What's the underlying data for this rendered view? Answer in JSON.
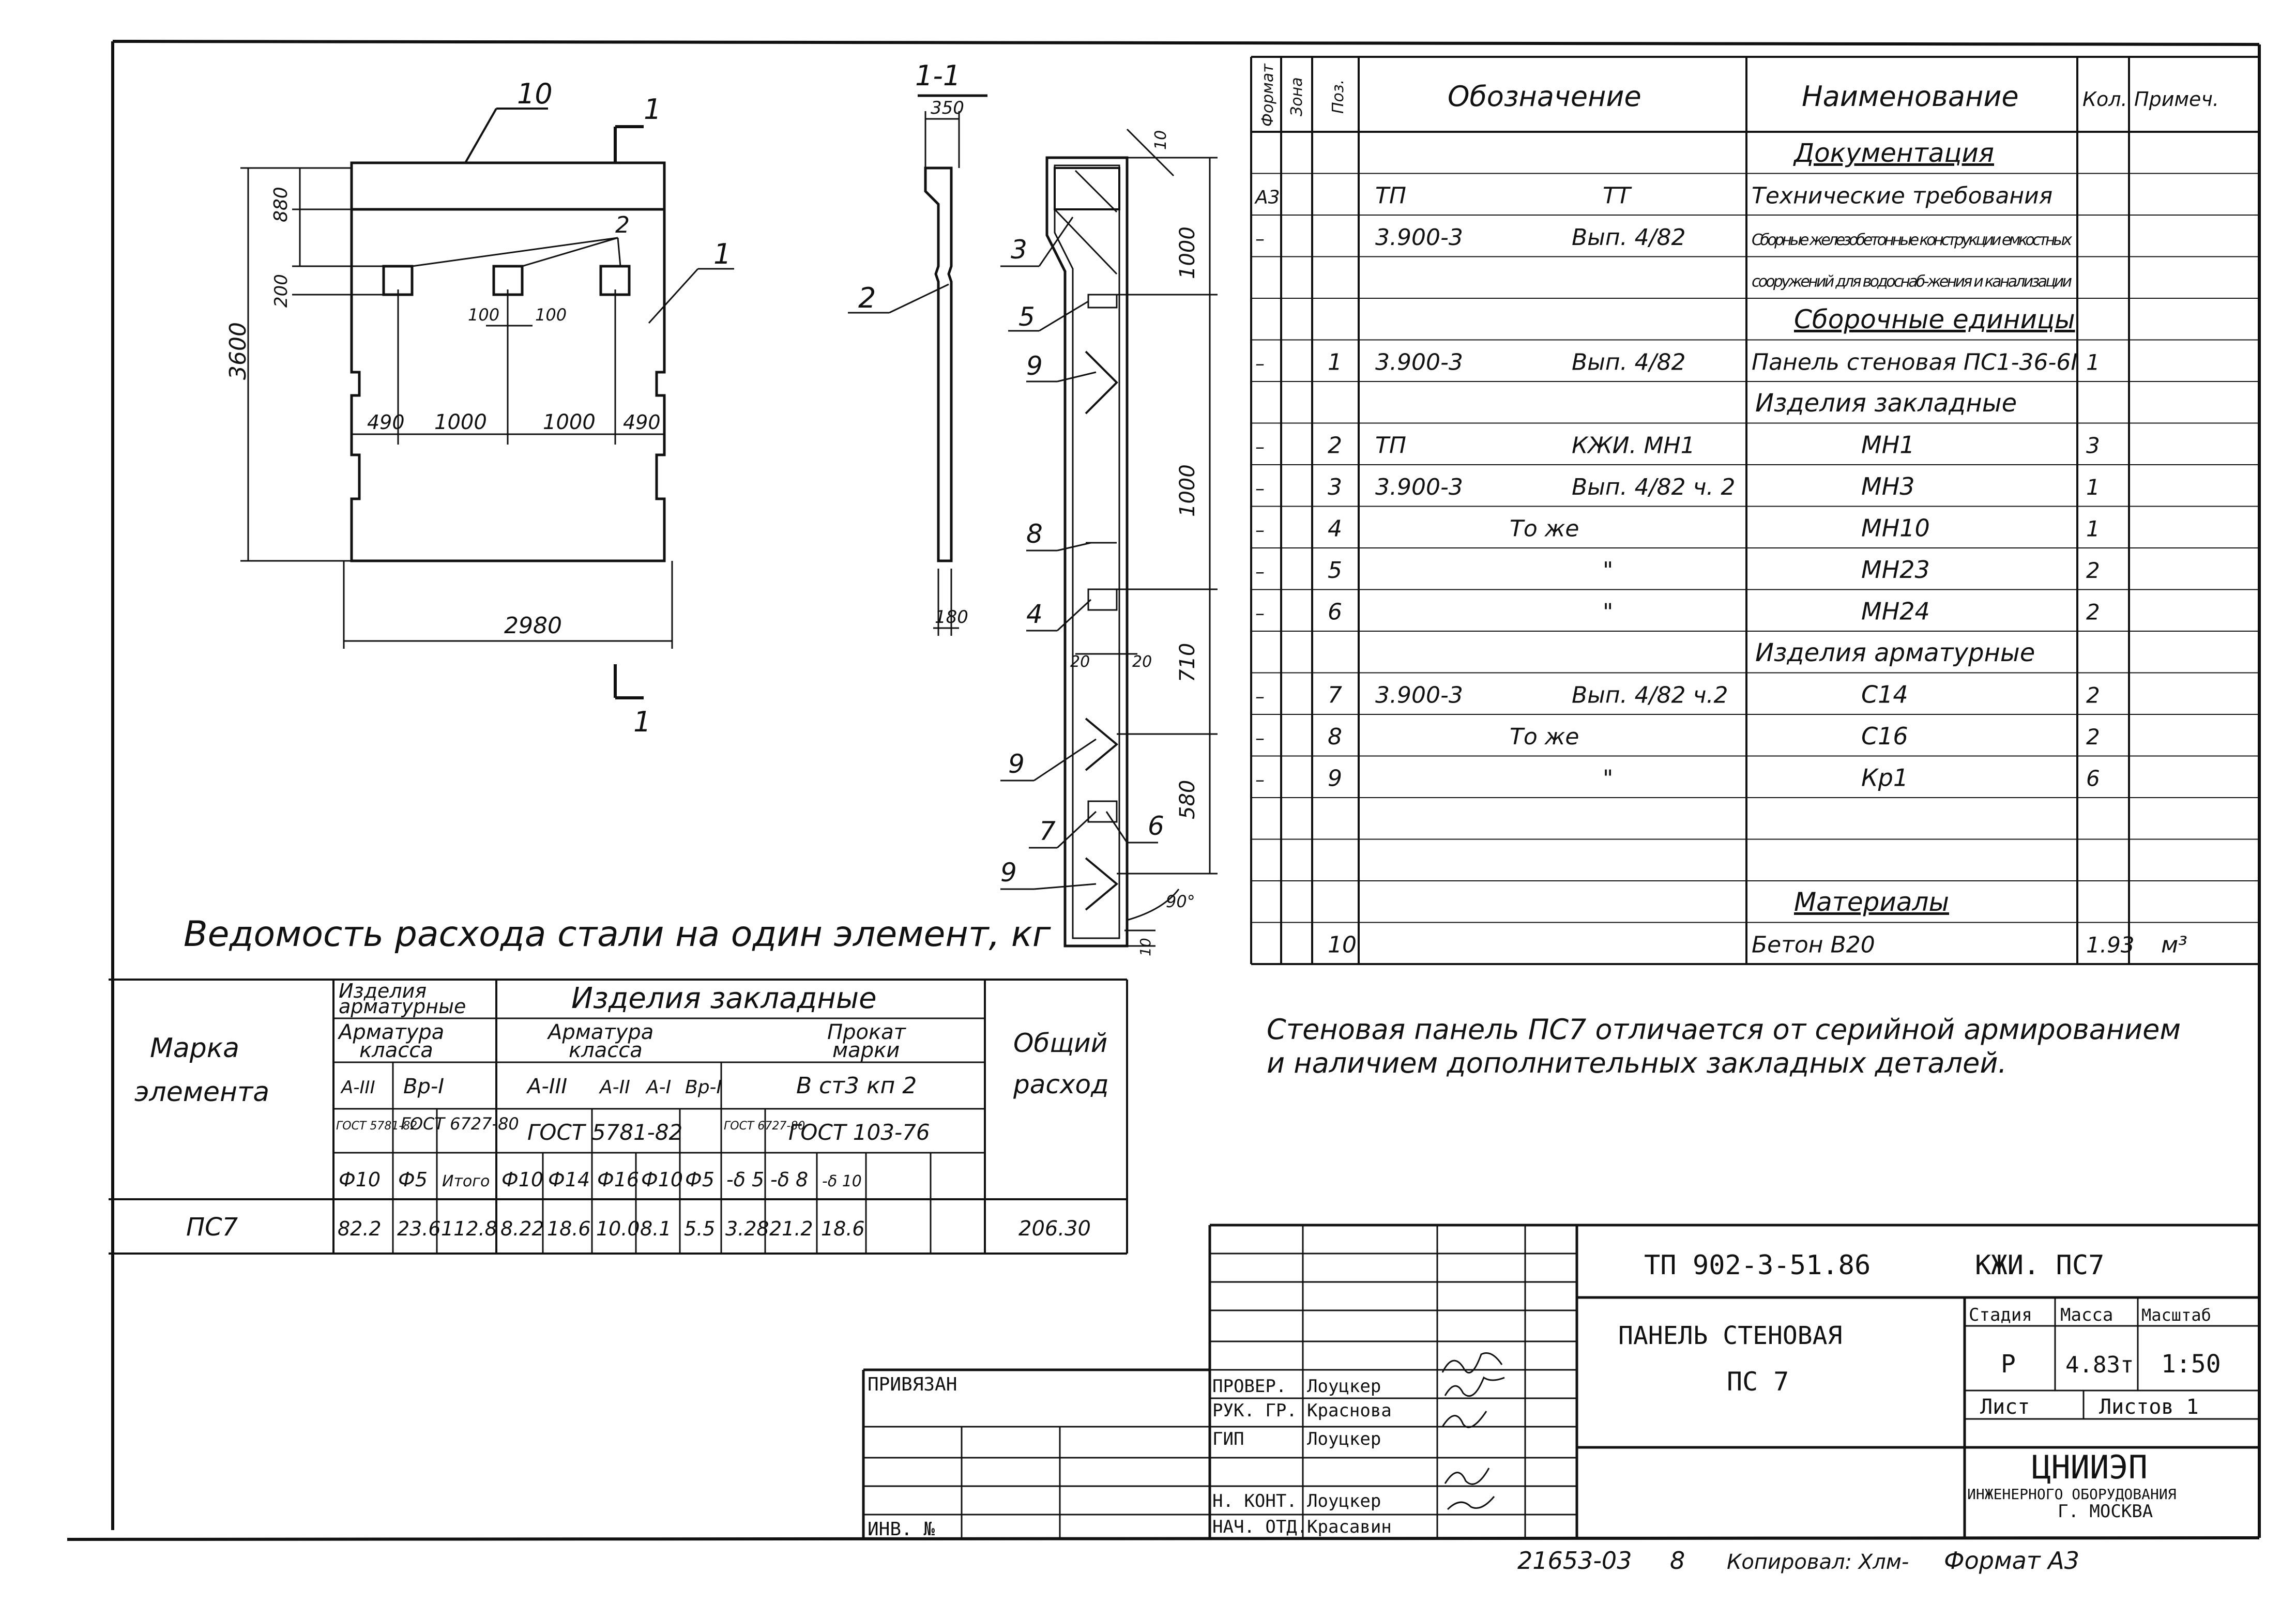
{
  "drawing": {
    "view_label": "1-1",
    "section_label": "1",
    "dims": {
      "total_h": "3600",
      "top_h": "880",
      "win_h": "200",
      "win_w1": "100",
      "win_w2": "100",
      "span_490a": "490",
      "span_1000a": "1000",
      "span_1000b": "1000",
      "span_490b": "490",
      "width": "2980",
      "sec_w": "350",
      "sec_t": "180",
      "sec_10": "10",
      "s_1000a": "1000",
      "s_1000b": "1000",
      "s_710": "710",
      "s_580": "580",
      "s_20a": "20",
      "s_20b": "20",
      "s_10b": "10",
      "s_angle": "90°"
    },
    "callouts": {
      "c10": "10",
      "c1a": "1",
      "c2a": "2",
      "c1b": "1",
      "c2b": "2",
      "c3": "3",
      "c5": "5",
      "c9a": "9",
      "c8": "8",
      "c4": "4",
      "c9b": "9",
      "c7": "7",
      "c6": "6",
      "c9c": "9"
    }
  },
  "spec": {
    "headers": [
      "Формат",
      "Зона",
      "Поз.",
      "Обозначение",
      "Наименование",
      "Кол.",
      "Примеч."
    ],
    "rows": [
      {
        "fmt": "",
        "pos": "",
        "d1": "",
        "d2": "",
        "name": "Документация",
        "qty": "",
        "note": "",
        "section": true
      },
      {
        "fmt": "А3",
        "pos": "",
        "d1": "ТП",
        "d2": "ТТ",
        "name": "Технические требования",
        "qty": "",
        "note": ""
      },
      {
        "fmt": "–",
        "pos": "",
        "d1": "3.900-3",
        "d2": "Вып. 4/82",
        "name": "Сборные железобетонные конструкции емкостных",
        "qty": "",
        "note": "",
        "small": true
      },
      {
        "fmt": "",
        "pos": "",
        "d1": "",
        "d2": "",
        "name": "сооружений для водоснаб-жения и канализации",
        "qty": "",
        "note": "",
        "small": true
      },
      {
        "fmt": "",
        "pos": "",
        "d1": "",
        "d2": "",
        "name": "Сборочные единицы",
        "qty": "",
        "note": "",
        "section": true
      },
      {
        "fmt": "–",
        "pos": "1",
        "d1": "3.900-3",
        "d2": "Вып. 4/82",
        "name": "Панель стеновая ПС1-36-6I",
        "qty": "1",
        "note": ""
      },
      {
        "fmt": "",
        "pos": "",
        "d1": "",
        "d2": "",
        "name": "Изделия закладные",
        "qty": "",
        "note": "",
        "heading": true
      },
      {
        "fmt": "–",
        "pos": "2",
        "d1": "ТП",
        "d2": "КЖИ. МН1",
        "name": "МН1",
        "qty": "3",
        "note": "",
        "center": true
      },
      {
        "fmt": "–",
        "pos": "3",
        "d1": "3.900-3",
        "d2": "Вып. 4/82 ч. 2",
        "name": "МН3",
        "qty": "1",
        "note": "",
        "center": true
      },
      {
        "fmt": "–",
        "pos": "4",
        "d1": "",
        "d2": "То же",
        "name": "МН10",
        "qty": "1",
        "note": "",
        "center": true
      },
      {
        "fmt": "–",
        "pos": "5",
        "d1": "",
        "d2": "\"",
        "name": "МН23",
        "qty": "2",
        "note": "",
        "center": true
      },
      {
        "fmt": "–",
        "pos": "6",
        "d1": "",
        "d2": "\"",
        "name": "МН24",
        "qty": "2",
        "note": "",
        "center": true
      },
      {
        "fmt": "",
        "pos": "",
        "d1": "",
        "d2": "",
        "name": "Изделия арматурные",
        "qty": "",
        "note": "",
        "heading": true
      },
      {
        "fmt": "–",
        "pos": "7",
        "d1": "3.900-3",
        "d2": "Вып. 4/82 ч.2",
        "name": "С14",
        "qty": "2",
        "note": "",
        "center": true
      },
      {
        "fmt": "–",
        "pos": "8",
        "d1": "",
        "d2": "То же",
        "name": "С16",
        "qty": "2",
        "note": "",
        "center": true
      },
      {
        "fmt": "–",
        "pos": "9",
        "d1": "",
        "d2": "\"",
        "name": "Кр1",
        "qty": "6",
        "note": "",
        "center": true
      },
      {
        "fmt": "",
        "pos": "",
        "d1": "",
        "d2": "",
        "name": "",
        "qty": "",
        "note": ""
      },
      {
        "fmt": "",
        "pos": "",
        "d1": "",
        "d2": "",
        "name": "",
        "qty": "",
        "note": ""
      },
      {
        "fmt": "",
        "pos": "",
        "d1": "",
        "d2": "",
        "name": "Материалы",
        "qty": "",
        "note": "",
        "section": true
      },
      {
        "fmt": "",
        "pos": "10",
        "d1": "",
        "d2": "",
        "name": "Бетон В20",
        "qty": "1.93",
        "note": "м³"
      }
    ]
  },
  "note": {
    "line1": "Стеновая панель ПС7 отличается от серийной армированием",
    "line2": "и наличием дополнительных закладных деталей."
  },
  "steel": {
    "title": "Ведомость расхода стали на один элемент, кг",
    "mark_hdr": "Марка элемента",
    "g1": "Изделия арматурные",
    "g2": "Изделия закладные",
    "total_hdr": "Общий расход",
    "arm_cls": "Арматура класса",
    "arm_cls2": "Арматура класса",
    "prokat": "Прокат марки",
    "c_aiii": "А-III",
    "c_bpi": "Вр-I",
    "c_aiii2": "А-III",
    "c_aii": "А-II",
    "c_ai": "А-I",
    "c_bpi2": "Вр-I",
    "c_vst": "В ст3 кп 2",
    "gost1": "ГОСТ 5781-82",
    "gost2": "ГОСТ 6727-80",
    "gost3": "ГОСТ 5781-82",
    "gost4": "ГОСТ 6727-80",
    "gost5": "ГОСТ 103-76",
    "diams": [
      "Ф10",
      "Ф5",
      "Итого",
      "Ф10",
      "Ф14",
      "Ф16",
      "Ф10",
      "Ф5",
      "-δ 5",
      "-δ 8",
      "-δ 10"
    ],
    "row_mark": "ПС7",
    "row_vals": [
      "82.2",
      "23.6",
      "112.8",
      "8.22",
      "18.6",
      "10.0",
      "8.1",
      "5.5",
      "3.28",
      "21.2",
      "18.6"
    ],
    "row_total": "206.30"
  },
  "stamp": {
    "doc_code": "ТП 902-3-51.86",
    "doc_code2": "КЖИ. ПС7",
    "title1": "ПАНЕЛЬ СТЕНОВАЯ",
    "title2": "ПС 7",
    "h_stage": "Стадия",
    "h_mass": "Масса",
    "h_scale": "Масштаб",
    "stage": "Р",
    "mass": "4.83т",
    "scale": "1:50",
    "sheet": "Лист",
    "sheets": "Листов 1",
    "org1": "ЦНИИЭП",
    "org2": "ИНЖЕНЕРНОГО ОБОРУДОВАНИЯ",
    "org3": "Г. МОСКВА",
    "privyazan": "ПРИВЯЗАН",
    "inv": "ИНВ. №",
    "roles": [
      {
        "role": "ПРОВЕР.",
        "name": "Лоуцкер"
      },
      {
        "role": "РУК. ГР.",
        "name": "Краснова"
      },
      {
        "role": "ГИП",
        "name": "Лоуцкер"
      },
      {
        "role": "Н. КОНТ.",
        "name": "Лоуцкер"
      },
      {
        "role": "НАЧ. ОТД.",
        "name": "Красавин"
      }
    ],
    "footer1": "21653-03",
    "footer2": "8",
    "footer3": "Копировал: Хлм-",
    "footer4": "Формат А3"
  }
}
